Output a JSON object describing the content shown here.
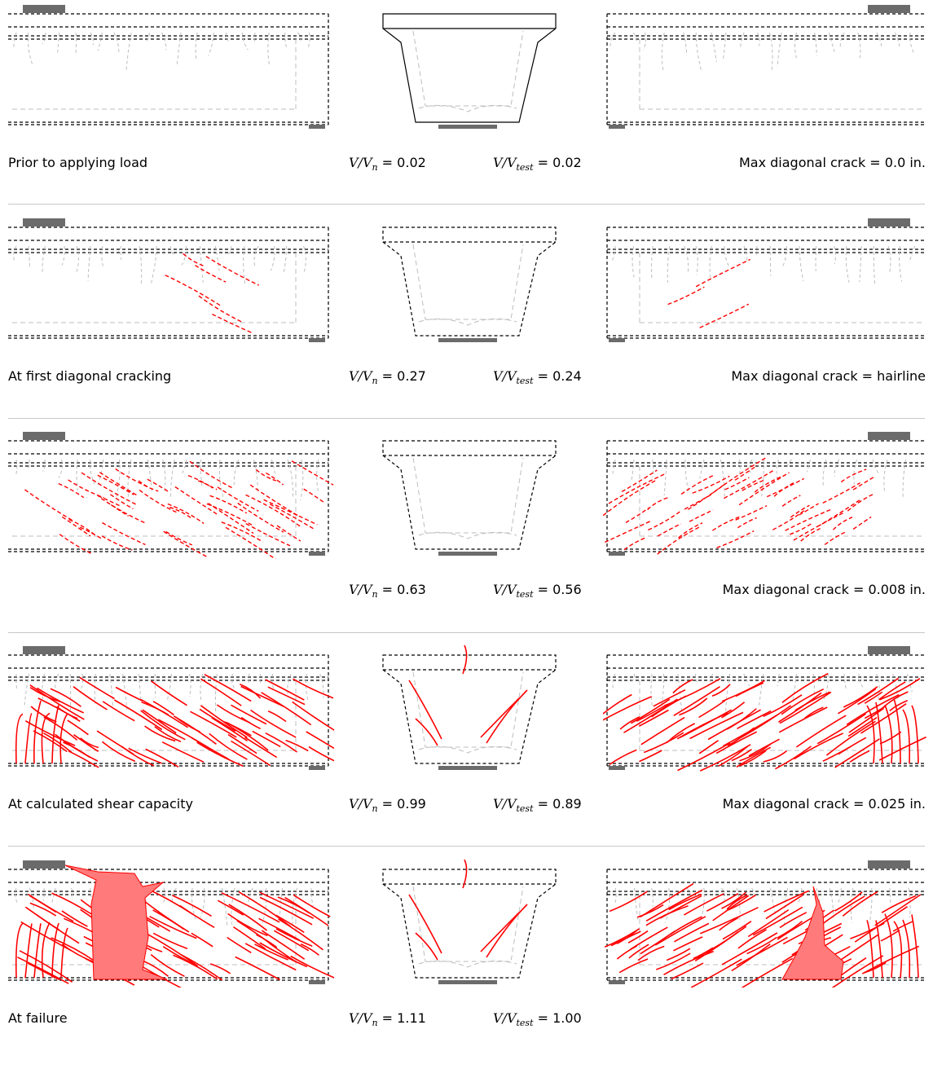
{
  "label_vn_prefix": "V/V",
  "label_vn_sub": "n",
  "label_vt_prefix": "V/V",
  "label_vt_sub": "test",
  "colors": {
    "outline": "#000000",
    "crack_prior": "#bdbdbd",
    "crack_new": "#ff0000",
    "spall_fill": "#ff7a7a",
    "bearing_pad": "#6b6b6b",
    "separator": "#c8c8c8"
  },
  "rows": [
    {
      "stage": "Prior to applying load",
      "vn": "0.02",
      "vt": "0.02",
      "crack": "Max diagonal crack = 0.0 in.",
      "level": 0
    },
    {
      "stage": "At first diagonal cracking",
      "vn": "0.27",
      "vt": "0.24",
      "crack": "Max diagonal crack = hairline",
      "level": 1
    },
    {
      "stage": "",
      "vn": "0.63",
      "vt": "0.56",
      "crack": "Max diagonal crack = 0.008 in.",
      "level": 2
    },
    {
      "stage": "At calculated shear capacity",
      "vn": "0.99",
      "vt": "0.89",
      "crack": "Max diagonal crack = 0.025 in.",
      "level": 3
    },
    {
      "stage": "At failure",
      "vn": "1.11",
      "vt": "1.00",
      "crack": "",
      "level": 4
    }
  ]
}
